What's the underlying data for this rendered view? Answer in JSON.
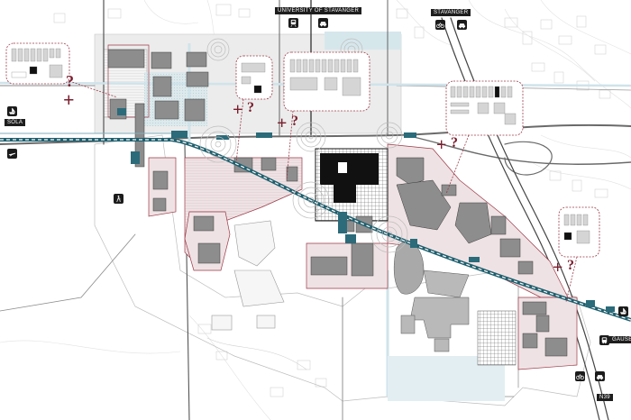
{
  "labels": {
    "university": "UNIVERSITY OF STAVANGER",
    "stavanger": "STAVANGER",
    "sola": "SOLA",
    "gausel": "GAUSEL",
    "n39": "N39"
  },
  "icons": {
    "university_transport": [
      "train-icon",
      "car-icon"
    ],
    "stavanger_transport": [
      "bicycle-icon",
      "car-icon"
    ],
    "sola_transport": [
      "boat-icon"
    ],
    "airport": "airplane-icon",
    "hiking": "hiker-icon",
    "gausel_transport": [
      "boat-icon",
      "bus-icon"
    ],
    "n39_transport": [
      "bicycle-icon",
      "car-icon"
    ]
  },
  "callouts": {
    "symbol": "+?",
    "count": 5
  },
  "colors": {
    "rail_teal": "#1f5f6e",
    "station_teal": "#2b6b7a",
    "redevelopment_area": "#efe2e4",
    "redevelopment_outline": "#9b3a48",
    "buildings": "#8c8c8c",
    "accent_maroon": "#7a1e2e",
    "roads": "#555555",
    "water_blue": "#cfe3ea"
  }
}
